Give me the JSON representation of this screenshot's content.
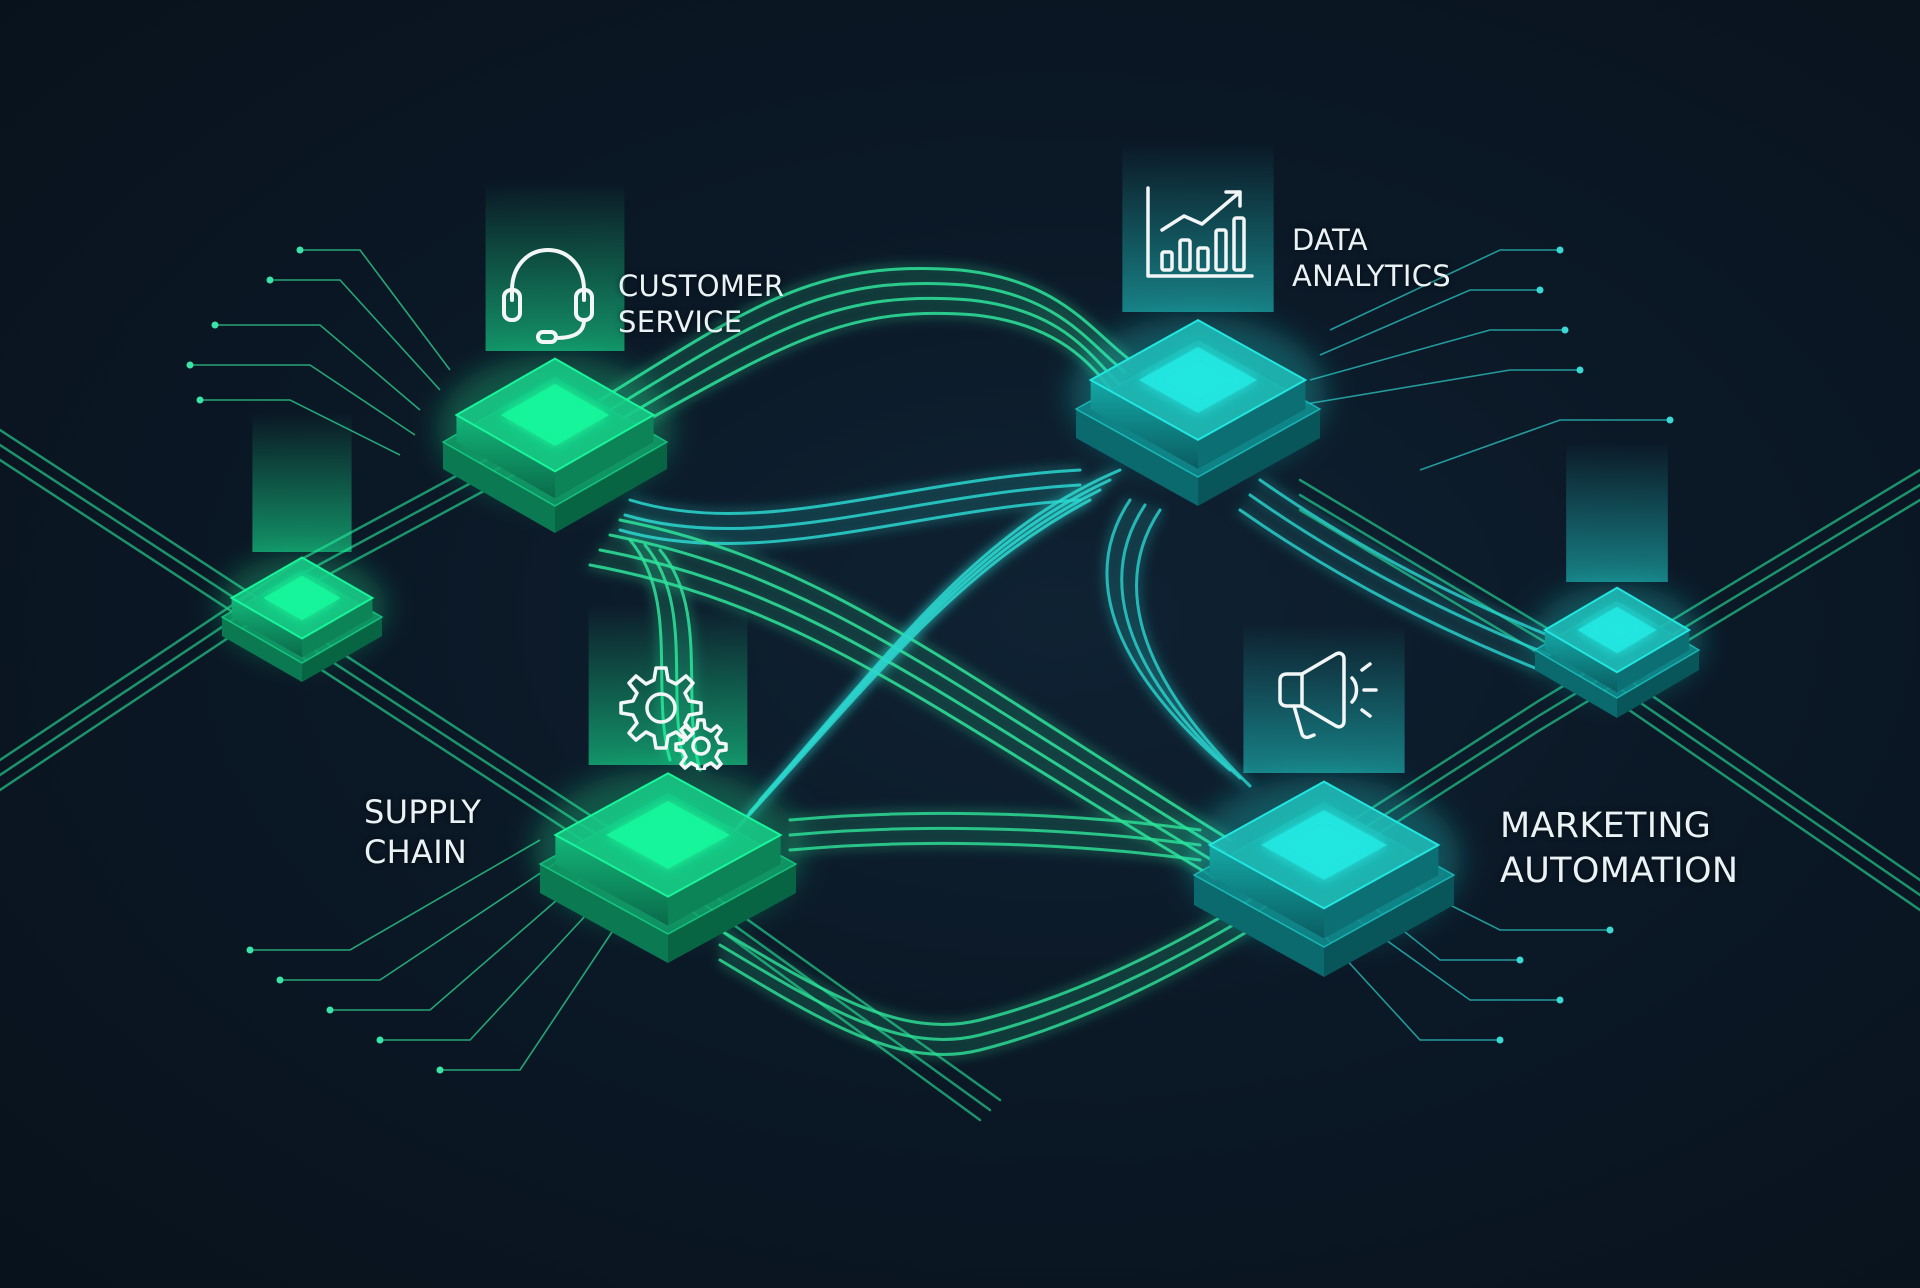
{
  "colors": {
    "background": "#0a1622",
    "node_green": "#19f59b",
    "node_cyan": "#22e6e0",
    "trace_green": "#2fe39a",
    "trace_cyan": "#2cd6cf",
    "label_text": "#e9f2f4",
    "icon_stroke": "#f2f6f7"
  },
  "nodes": [
    {
      "id": "customer-service",
      "lines": [
        "CUSTOMER",
        "SERVICE"
      ],
      "icon": "headset-icon",
      "tone": "green"
    },
    {
      "id": "data-analytics",
      "lines": [
        "DATA",
        "ANALYTICS"
      ],
      "icon": "bar-chart-icon",
      "tone": "cyan"
    },
    {
      "id": "supply-chain",
      "lines": [
        "SUPPLY",
        "CHAIN"
      ],
      "icon": "gears-icon",
      "tone": "green"
    },
    {
      "id": "marketing-automation",
      "lines": [
        "MARKETING",
        "AUTOMATION"
      ],
      "icon": "megaphone-icon",
      "tone": "cyan"
    },
    {
      "id": "left-hub",
      "lines": [],
      "icon": "",
      "tone": "green"
    },
    {
      "id": "right-hub",
      "lines": [],
      "icon": "",
      "tone": "cyan"
    }
  ]
}
